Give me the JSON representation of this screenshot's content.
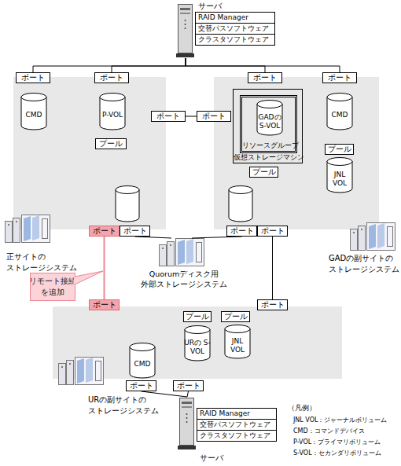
{
  "diagram": {
    "nodes": [
      {
        "text": [
          "サーバ",
          "RAID Manager",
          "交替パスソフトウェア",
          "クラスタソフトウェア"
        ]
      },
      {
        "text": [
          "正サイトの ストレージシステム"
        ]
      },
      {
        "text": [
          "ポート"
        ],
        "in": 1
      },
      {
        "text": [
          "ポート"
        ],
        "in": 1
      },
      {
        "text": [
          "CMD"
        ],
        "in": 1
      },
      {
        "text": [
          "P-VOL"
        ],
        "in": 1
      },
      {
        "text": [
          "プール"
        ],
        "in": 1
      },
      {
        "text": [
          "ポート"
        ],
        "in": 1
      },
      {
        "text": [
          "ポート"
        ],
        "in": 1
      },
      {
        "text": [
          "ポート"
        ],
        "in": 1
      },
      {
        "text": [
          "GADの副サイトの ストレージシステム"
        ]
      },
      {
        "text": [
          "ポート"
        ],
        "in": 10
      },
      {
        "text": [
          "ポート"
        ],
        "in": 10
      },
      {
        "text": [
          "ポート"
        ],
        "in": 10
      },
      {
        "text": [
          "仮想ストレージマシン"
        ],
        "in": 10
      },
      {
        "text": [
          "リソースグループ"
        ],
        "in": 14
      },
      {
        "text": [
          "GADの S-VOL"
        ],
        "in": 15
      },
      {
        "text": [
          "プール"
        ],
        "in": 10
      },
      {
        "text": [
          "CMD"
        ],
        "in": 10
      },
      {
        "text": [
          "プール"
        ],
        "in": 10
      },
      {
        "text": [
          "JNL VOL"
        ],
        "in": 10
      },
      {
        "text": [
          "ポート"
        ],
        "in": 10
      },
      {
        "text": [
          "ポート"
        ],
        "in": 10
      },
      {
        "text": [
          "Quorumディスク用 外部ストレージシステム"
        ]
      },
      {
        "text": [
          "リモート接続 を追加"
        ]
      },
      {
        "text": [
          "URの副サイトの ストレージシステム"
        ]
      },
      {
        "text": [
          "ポート"
        ],
        "in": 25
      },
      {
        "text": [
          "ポート"
        ],
        "in": 25
      },
      {
        "text": [
          "プール"
        ],
        "in": 25
      },
      {
        "text": [
          "プール"
        ],
        "in": 25
      },
      {
        "text": [
          "URの S-VOL"
        ],
        "in": 25
      },
      {
        "text": [
          "JNL VOL"
        ],
        "in": 25
      },
      {
        "text": [
          "CMD"
        ],
        "in": 25
      },
      {
        "text": [
          "ポート"
        ],
        "in": 25
      },
      {
        "text": [
          "ポート"
        ],
        "in": 25
      },
      {
        "text": [
          "サーバ",
          "RAID Manager",
          "交替パスソフトウェア",
          "クラスタソフトウェア"
        ]
      }
    ],
    "edges": [
      {
        "from": 0,
        "to": 2,
        "arrow": "none"
      },
      {
        "from": 0,
        "to": 3,
        "arrow": "none"
      },
      {
        "from": 0,
        "to": 12,
        "arrow": "none"
      },
      {
        "from": 0,
        "to": 13,
        "arrow": "none"
      },
      {
        "from": 7,
        "to": 11,
        "arrow": "none"
      },
      {
        "from": 9,
        "to": 23,
        "arrow": "none"
      },
      {
        "from": 21,
        "to": 23,
        "arrow": "none"
      },
      {
        "from": 8,
        "to": 26,
        "arrow": "none"
      },
      {
        "from": 22,
        "to": 27,
        "arrow": "none"
      },
      {
        "from": 33,
        "to": 35,
        "arrow": "none"
      },
      {
        "from": 34,
        "to": 35,
        "arrow": "none"
      }
    ],
    "labels": [
      "（凡例）"
    ],
    "legend": [
      {
        "text": "JNL VOL：ジャーナルボリューム"
      },
      {
        "text": "CMD：コマンドデバイス"
      },
      {
        "text": "P-VOL：プライマリボリューム"
      },
      {
        "text": "S-VOL：セカンダリボリューム"
      }
    ]
  }
}
